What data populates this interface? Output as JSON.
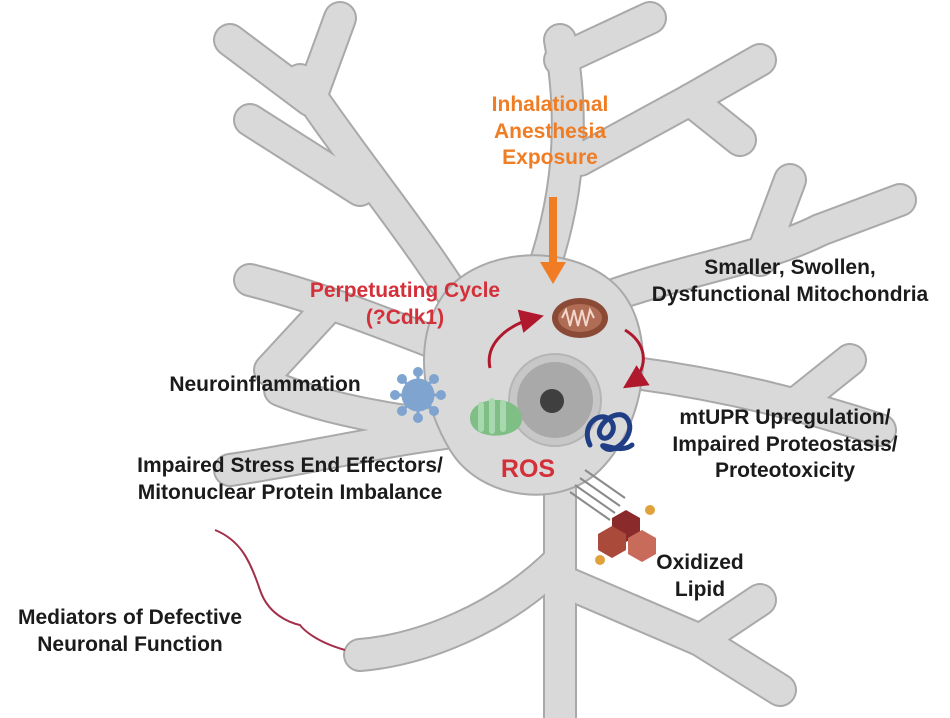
{
  "labels": {
    "exposure": "Inhalational\nAnesthesia\nExposure",
    "mito": "Smaller, Swollen,\nDysfunctional Mitochondria",
    "cycle": "Perpetuating Cycle\n(?Cdk1)",
    "neuroinflammation": "Neuroinflammation",
    "mtupr": "mtUPR Upregulation/\nImpaired Proteostasis/\nProteotoxicity",
    "stress": "Impaired Stress End Effectors/\nMitonuclear Protein Imbalance",
    "ros": "ROS",
    "lipid": "Oxidized\nLipid",
    "mediators": "Mediators of Defective\nNeuronal Function"
  },
  "colors": {
    "cell_fill": "#d9d9d9",
    "cell_outline": "#a9a9a9",
    "exposure_text": "#f07d24",
    "cycle_text": "#d3303a",
    "ros_text": "#d3303a",
    "label_text": "#1b1b1b",
    "cycle_arrow": "#b0192d",
    "bracket": "#a3304a",
    "mitochondrion": "#8b4a36",
    "protein": "#1f3e86",
    "virus": "#7ea4cf",
    "ros_icon": "#7fbf86",
    "lipid": "#8a2a2a"
  },
  "icons": [
    "neuron-cell",
    "nucleus-icon",
    "mitochondrion-icon",
    "virus-icon",
    "ros-molecule-icon",
    "misfolded-protein-icon",
    "oxidized-lipid-icon",
    "exposure-arrow",
    "cycle-arrow",
    "bracket"
  ]
}
